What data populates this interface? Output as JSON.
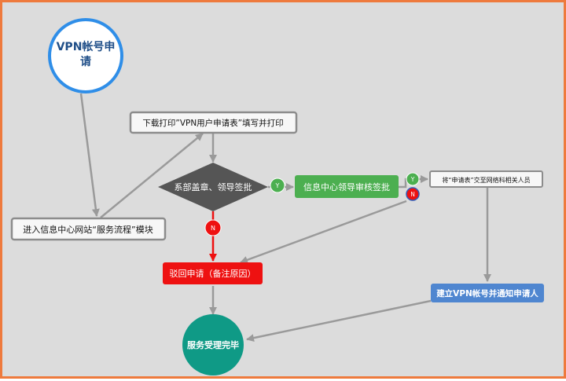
{
  "nodes": {
    "start": {
      "line1": "VPN帐号申",
      "line2": "请"
    },
    "portal": {
      "text": "进入信息中心网站“服务流程”模块"
    },
    "download": {
      "text": "下载打印”VPN用户申请表”填写并打印"
    },
    "dept_approval": {
      "text": "系部盖章、领导签批"
    },
    "center_approval": {
      "text": "信息中心领导审核签批"
    },
    "handover": {
      "text": "将“申请表”交至网络科相关人员"
    },
    "reject": {
      "text": "驳回申请（备注原因）"
    },
    "create_account": {
      "text": "建立VPN帐号并通知申请人"
    },
    "end": {
      "text": "服务受理完毕"
    }
  },
  "badges": {
    "dept_yes": "Y",
    "dept_no": "N",
    "center_yes": "Y",
    "center_no": "N"
  },
  "colors": {
    "border": "#ee7a3d",
    "background": "#dcdcdc",
    "start_ring": "#2f8ee8",
    "decision": "#555555",
    "approve_green": "#4caf50",
    "reject_red": "#ee1111",
    "create_blue": "#4f86d0",
    "end_teal": "#0f9a86",
    "arrow_gray": "#999999"
  }
}
